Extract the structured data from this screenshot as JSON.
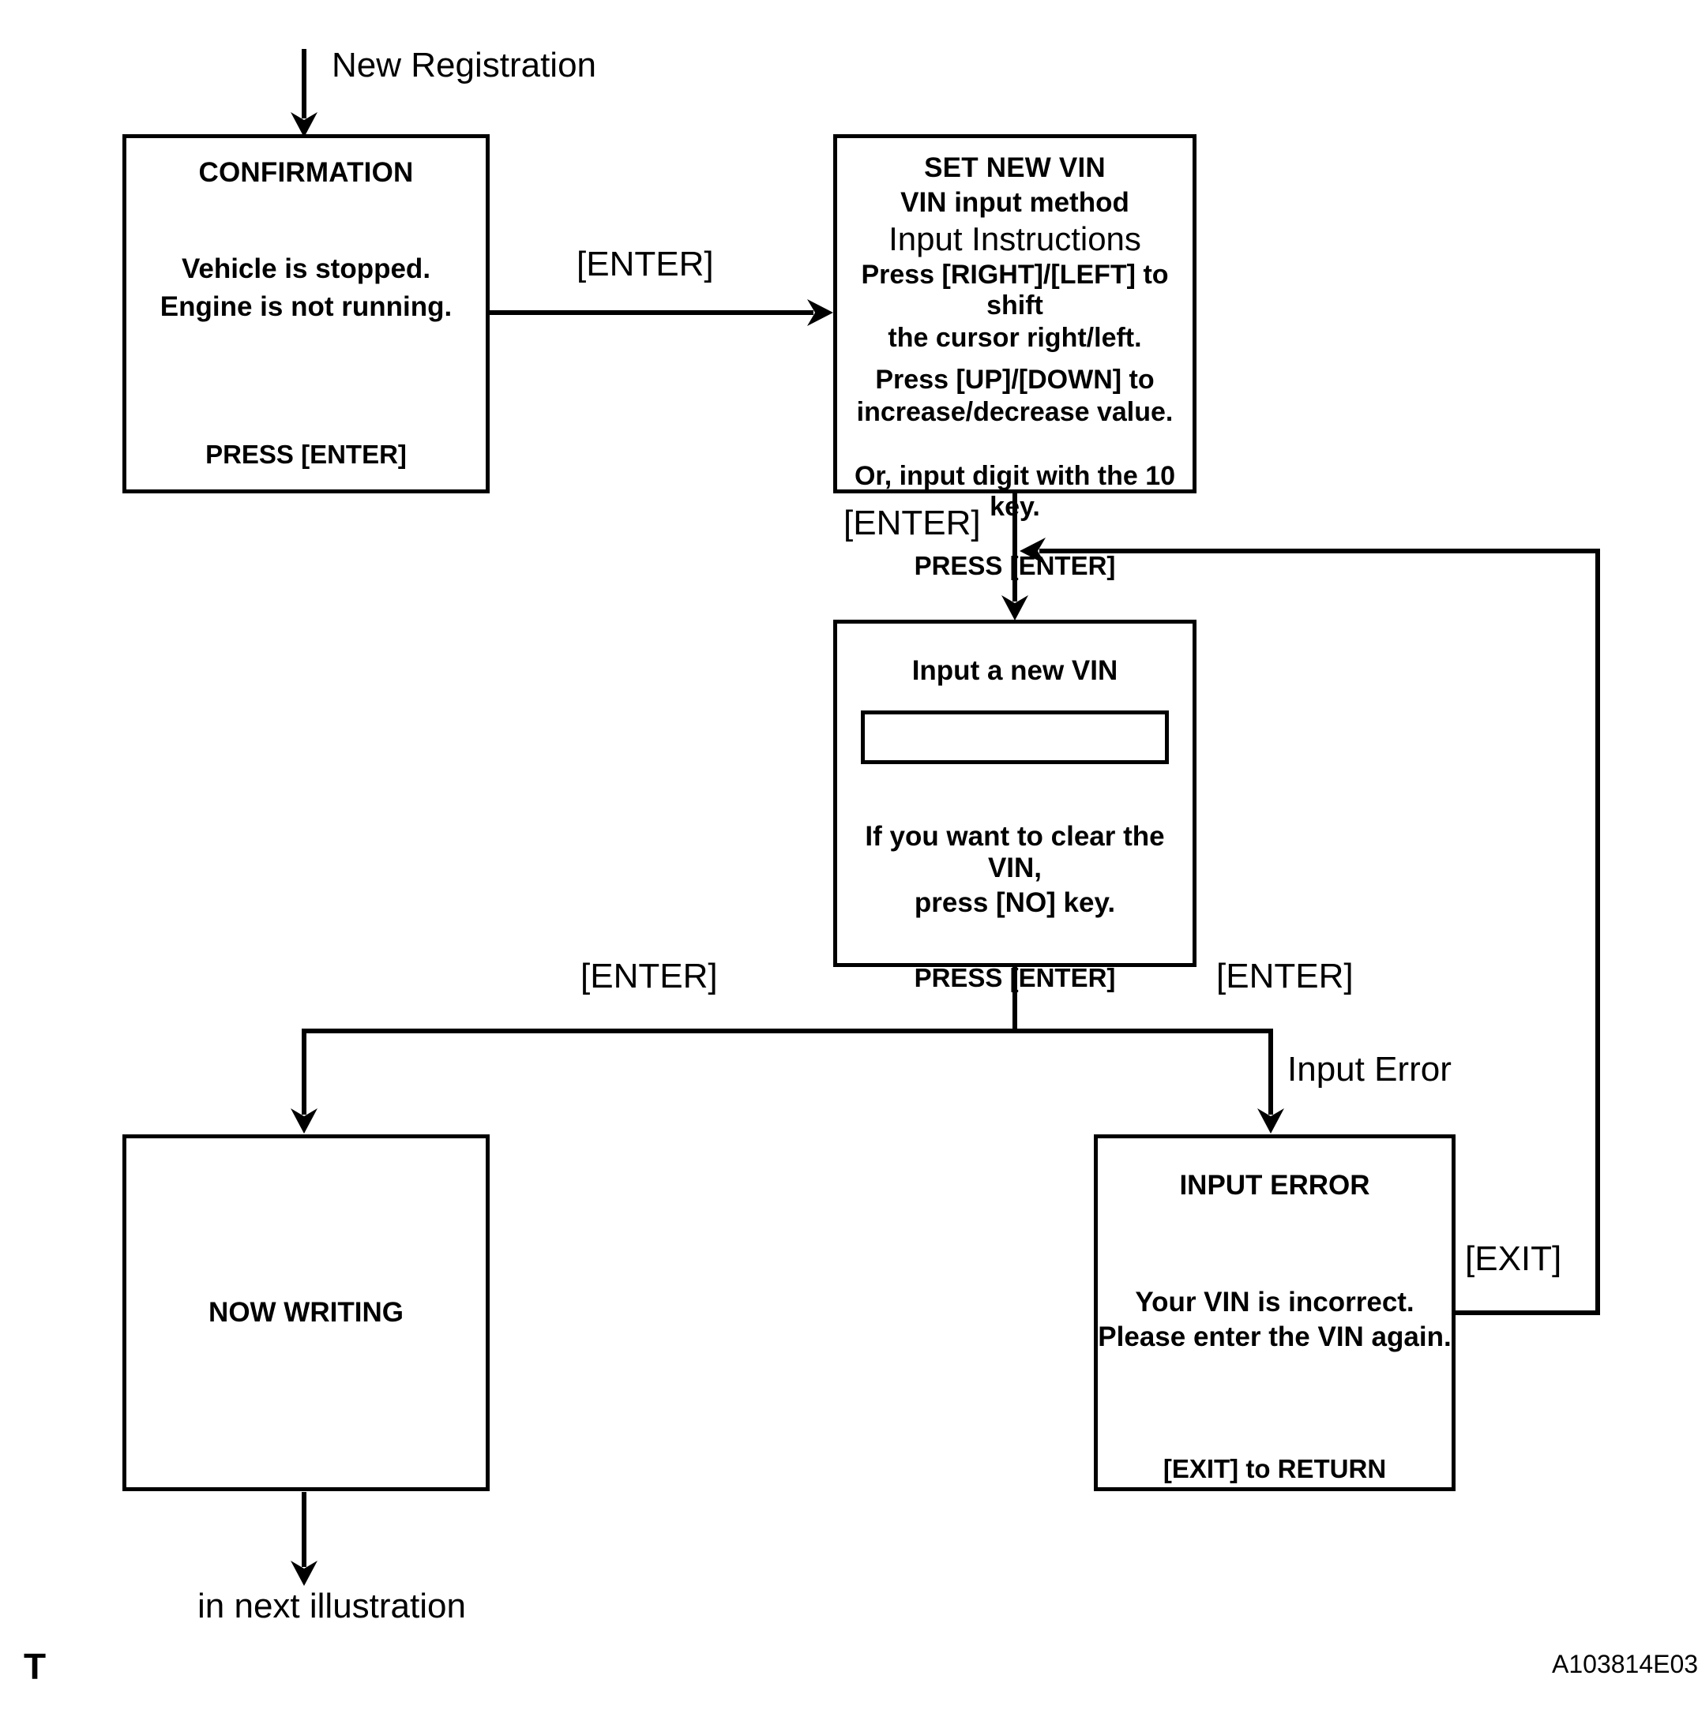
{
  "diagram": {
    "entry_label": "New Registration",
    "exit_label": "in next illustration",
    "corner_mark": "T",
    "figure_reference": "A103814E03",
    "ink_color": "#000000",
    "background_color": "#ffffff"
  },
  "nodes": {
    "confirmation": {
      "title": "CONFIRMATION",
      "body": [
        "Vehicle is stopped.",
        "Engine is not running."
      ],
      "footer": "PRESS [ENTER]"
    },
    "set_new_vin": {
      "title": "SET NEW VIN",
      "subtitle": "VIN input method",
      "heading": "Input Instructions",
      "body": [
        "Press [RIGHT]/[LEFT] to shift",
        "the cursor right/left.",
        "Press [UP]/[DOWN]  to",
        "increase/decrease value."
      ],
      "note": "Or, input digit with the 10 key.",
      "footer": "PRESS [ENTER]"
    },
    "input_new_vin": {
      "title": "Input a new VIN",
      "field_value": "",
      "field_placeholder": "",
      "body": [
        "If you want to clear the VIN,",
        "press [NO] key."
      ],
      "footer": "PRESS [ENTER]"
    },
    "now_writing": {
      "title": "NOW WRITING"
    },
    "input_error": {
      "title": "INPUT  ERROR",
      "body": [
        "Your VIN is incorrect.",
        "Please enter the VIN again."
      ],
      "footer": "[EXIT] to RETURN"
    }
  },
  "edges": [
    {
      "id": "confirmation-to-setnewvin",
      "label": "[ENTER]"
    },
    {
      "id": "setnewvin-to-inputvin",
      "label": "[ENTER]"
    },
    {
      "id": "inputvin-to-nowwriting",
      "label": "[ENTER]"
    },
    {
      "id": "inputvin-to-error",
      "label": "[ENTER]"
    },
    {
      "id": "error-branch",
      "label": "Input Error"
    },
    {
      "id": "error-return",
      "label": "[EXIT]"
    }
  ]
}
